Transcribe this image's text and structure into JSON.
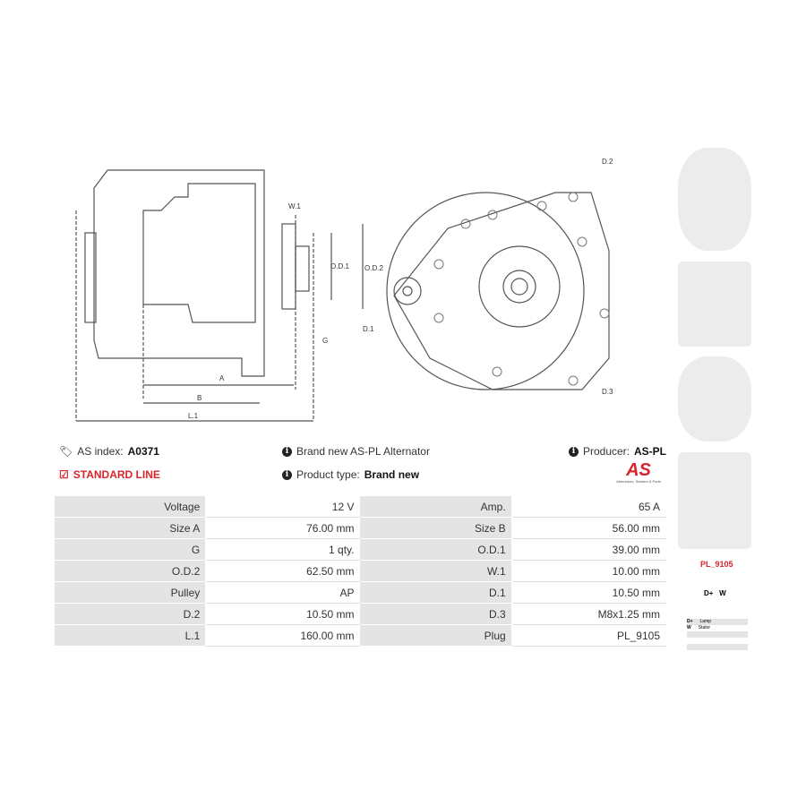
{
  "drawing_labels": {
    "w1": "W.1",
    "od1": "O.D.1",
    "od2": "O.D.2",
    "g": "G",
    "a": "A",
    "b": "B",
    "l1": "L.1",
    "d1": "D.1",
    "d2": "D.2",
    "d3": "D.3"
  },
  "info": {
    "as_index_label": "AS index:",
    "as_index_value": "A0371",
    "standard_line": "STANDARD LINE",
    "description": "Brand new AS-PL Alternator",
    "product_type_label": "Product type:",
    "product_type_value": "Brand new",
    "producer_label": "Producer:",
    "producer_value": "AS-PL",
    "logo_text": "AS",
    "logo_tagline": "Alternators, Starters & Parts"
  },
  "specs": [
    [
      "Voltage",
      "12 V",
      "Amp.",
      "65 A"
    ],
    [
      "Size A",
      "76.00 mm",
      "Size B",
      "56.00 mm"
    ],
    [
      "G",
      "1 qty.",
      "O.D.1",
      "39.00 mm"
    ],
    [
      "O.D.2",
      "62.50 mm",
      "W.1",
      "10.00 mm"
    ],
    [
      "Pulley",
      "AP",
      "D.1",
      "10.50 mm"
    ],
    [
      "D.2",
      "10.50 mm",
      "D.3",
      "M8x1.25 mm"
    ],
    [
      "L.1",
      "160.00 mm",
      "Plug",
      "PL_9105"
    ]
  ],
  "plug": {
    "code": "PL_9105",
    "terminals": "D+   W",
    "legend": [
      [
        "D+",
        "Lamp"
      ],
      [
        "W",
        "Stator"
      ]
    ]
  },
  "colors": {
    "accent": "#d9242b"
  }
}
